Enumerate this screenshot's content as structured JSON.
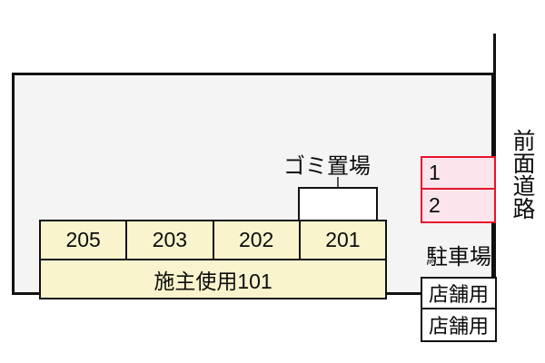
{
  "diagram": {
    "type": "site-layout-plan",
    "colors": {
      "site_background": "#f4f4f4",
      "frame_border": "#111111",
      "unit_fill": "#f9f4cd",
      "unit_border": "#111111",
      "parking_fill": "#fce4ec",
      "parking_border": "#e8132b",
      "white_fill": "#ffffff",
      "text": "#0c0c0c"
    },
    "units": {
      "upper_row": [
        {
          "label": "205"
        },
        {
          "label": "203"
        },
        {
          "label": "202"
        },
        {
          "label": "201"
        }
      ],
      "lower_row": {
        "label": "施主使用101"
      }
    },
    "garbage_area": {
      "label": "ゴミ置場"
    },
    "parking": {
      "label": "駐車場",
      "stalls": [
        {
          "label": "1"
        },
        {
          "label": "2"
        }
      ],
      "shop_stalls": [
        {
          "label": "店舗用"
        },
        {
          "label": "店舗用"
        }
      ]
    },
    "road": {
      "label": "前面道路"
    }
  }
}
